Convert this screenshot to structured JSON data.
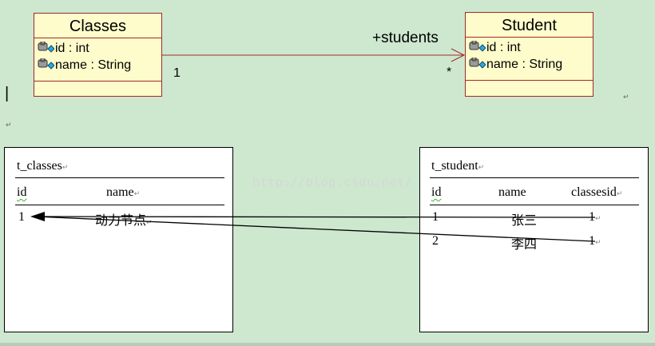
{
  "uml": {
    "classes": {
      "title": "Classes",
      "attrs": [
        "id : int",
        "name : String"
      ]
    },
    "student": {
      "title": "Student",
      "attrs": [
        "id : int",
        "name : String"
      ]
    },
    "association": {
      "role": "+students",
      "left_multiplicity": "1",
      "right_multiplicity": "*"
    }
  },
  "tables": {
    "t_classes": {
      "name": "t_classes",
      "columns": [
        "id",
        "name"
      ],
      "rows": [
        [
          "1",
          "动力节点"
        ]
      ]
    },
    "t_student": {
      "name": "t_student",
      "columns": [
        "id",
        "name",
        "classesid"
      ],
      "rows": [
        [
          "1",
          "张三",
          "1"
        ],
        [
          "2",
          "李四",
          "1"
        ]
      ]
    }
  },
  "watermark": "http://blog.csdn.net/",
  "colors": {
    "background": "#cde8cf",
    "uml_fill": "#fefccb",
    "uml_border": "#a12a2a",
    "association_line": "#a12a2a",
    "fk_arrow": "#000000"
  },
  "marks": {
    "paragraph": "↵",
    "cursor": "|"
  }
}
